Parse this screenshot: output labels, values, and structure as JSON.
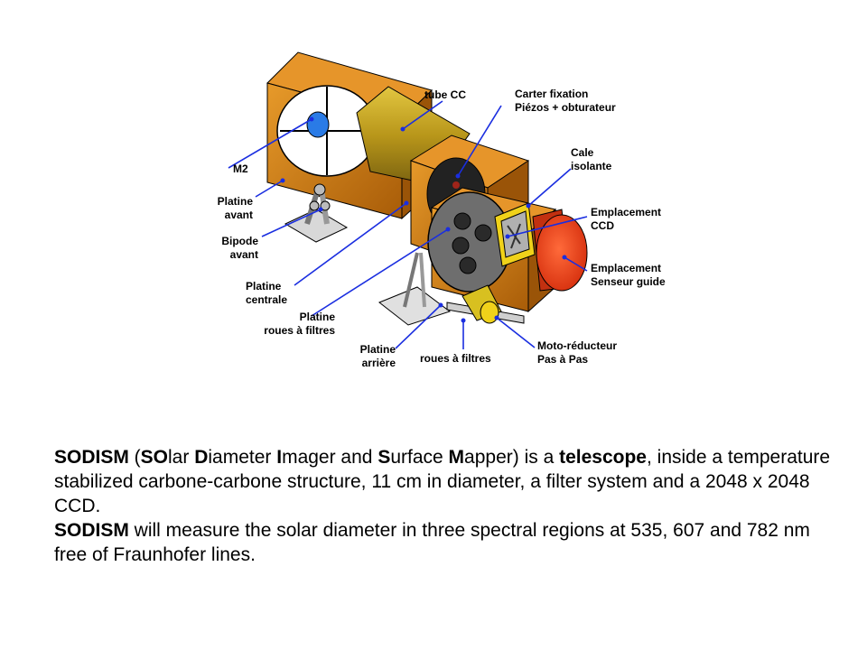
{
  "labels": {
    "tube_cc": "tube CC",
    "carter": [
      "Carter fixation",
      "Piézos + obturateur"
    ],
    "m2": "M2",
    "cale": [
      "Cale",
      "isolante"
    ],
    "platine_avant": [
      "Platine",
      "avant"
    ],
    "emplacement_ccd": [
      "Emplacement",
      "CCD"
    ],
    "bipode_avant": [
      "Bipode",
      "avant"
    ],
    "emplacement_senseur": [
      "Emplacement",
      "Senseur guide"
    ],
    "platine_centrale": [
      "Platine",
      "centrale"
    ],
    "platine_roues": [
      "Platine",
      "roues à filtres"
    ],
    "moto_reducteur": [
      "Moto-réducteur",
      "Pas à Pas"
    ],
    "platine_arriere": [
      "Platine",
      "arrière"
    ],
    "roues_filtres": "roues à filtres"
  },
  "caption": {
    "p1": [
      {
        "t": "SODISM",
        "b": true
      },
      {
        "t": " (",
        "b": false
      },
      {
        "t": "SO",
        "b": true
      },
      {
        "t": "lar ",
        "b": false
      },
      {
        "t": "D",
        "b": true
      },
      {
        "t": "iameter ",
        "b": false
      },
      {
        "t": "I",
        "b": true
      },
      {
        "t": "mager and ",
        "b": false
      },
      {
        "t": "S",
        "b": true
      },
      {
        "t": "urface ",
        "b": false
      },
      {
        "t": "M",
        "b": true
      },
      {
        "t": "apper) is a ",
        "b": false
      },
      {
        "t": "telescope",
        "b": true
      },
      {
        "t": ", inside a temperature stabilized carbone-carbone structure, 11 cm in diameter, a filter system and a 2048 x 2048 CCD.",
        "b": false
      }
    ],
    "p2": [
      {
        "t": " SODISM",
        "b": true
      },
      {
        "t": " will measure the solar diameter in three spectral regions at 535, 607 and 782 nm free of  Fraunhofer lines.",
        "b": false
      }
    ]
  },
  "colors": {
    "frame_orange": "#d07a12",
    "frame_dark": "#8a4a06",
    "tube_gold": "#c2a21e",
    "leader_blue": "#1a2ee0",
    "mirror_blue": "#2a7be6",
    "sensor_red": "#e8401c",
    "ccd_yellow": "#f0d21a",
    "filter_grey": "#6e6e6e"
  }
}
